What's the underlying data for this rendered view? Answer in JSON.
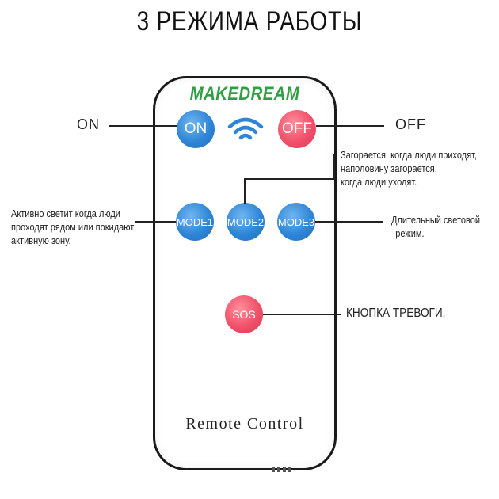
{
  "title": "3 РЕЖИМА РАБОТЫ",
  "remote": {
    "brand": "MAKEDREAM",
    "caption": "Remote Control",
    "buttons": {
      "on": "ON",
      "off": "OFF",
      "mode1": "MODE1",
      "mode2": "MODE2",
      "mode3": "MODE3",
      "sos": "SOS"
    }
  },
  "labels": {
    "on": "ON",
    "off": "OFF",
    "mode1_line1": "Активно светит когда люди",
    "mode1_line2": "проходят рядом или покидают",
    "mode1_line3": "активную зону.",
    "mode2_line1": "Загорается, когда люди приходят,",
    "mode2_line2": "наполовину загорается,",
    "mode2_line3": "когда люди уходят.",
    "mode3_line1": "Длительный световой",
    "mode3_line2": "режим.",
    "sos": "КНОПКА ТРЕВОГИ."
  },
  "colors": {
    "brand_green": "#2ea043",
    "button_blue": "#2f86d6",
    "button_red": "#f0506a",
    "wifi_blue": "#2f86d6"
  },
  "icons": {
    "wifi": "wifi-icon"
  }
}
